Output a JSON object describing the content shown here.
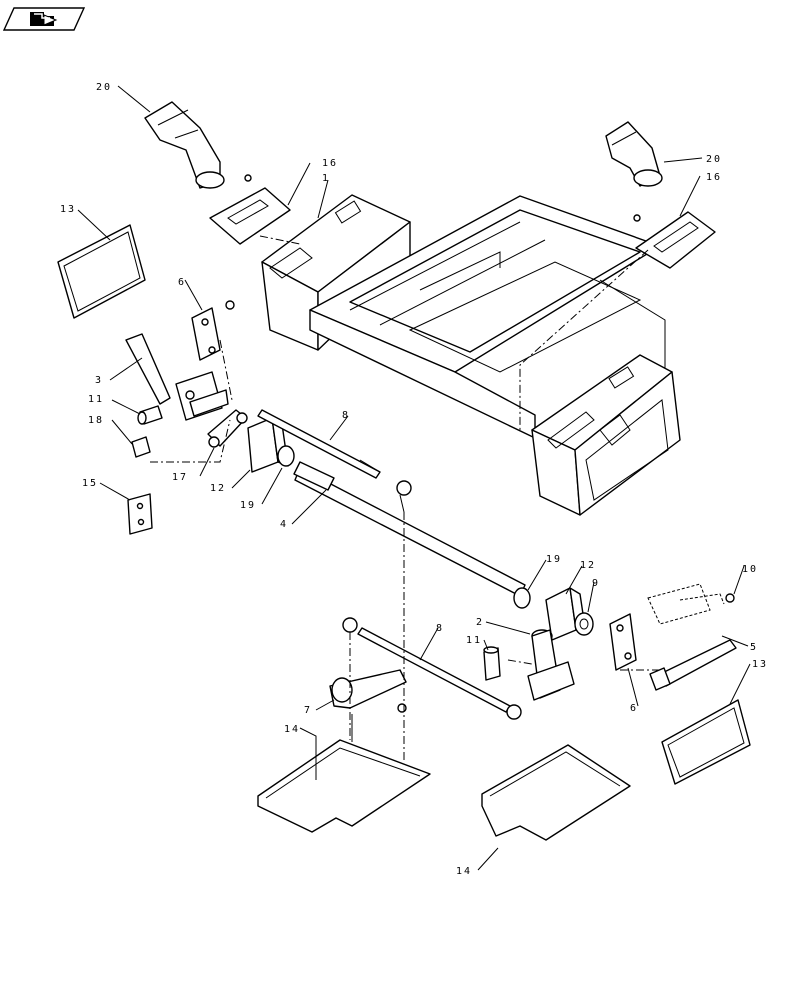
{
  "toolbar": {
    "nav_icon": "return-arrow-icon"
  },
  "callouts": [
    {
      "id": "c20a",
      "text": "20"
    },
    {
      "id": "c16a",
      "text": "16"
    },
    {
      "id": "c1",
      "text": "1"
    },
    {
      "id": "c13a",
      "text": "13"
    },
    {
      "id": "c20b",
      "text": "20"
    },
    {
      "id": "c16b",
      "text": "16"
    },
    {
      "id": "c6a",
      "text": "6"
    },
    {
      "id": "c3",
      "text": "3"
    },
    {
      "id": "c11a",
      "text": "11"
    },
    {
      "id": "c18",
      "text": "18"
    },
    {
      "id": "c17",
      "text": "17"
    },
    {
      "id": "c12a",
      "text": "12"
    },
    {
      "id": "c8a",
      "text": "8"
    },
    {
      "id": "c19a",
      "text": "19"
    },
    {
      "id": "c15",
      "text": "15"
    },
    {
      "id": "c4",
      "text": "4"
    },
    {
      "id": "c19b",
      "text": "19"
    },
    {
      "id": "c12b",
      "text": "12"
    },
    {
      "id": "c10",
      "text": "10"
    },
    {
      "id": "c9",
      "text": "9"
    },
    {
      "id": "c2",
      "text": "2"
    },
    {
      "id": "c8b",
      "text": "8"
    },
    {
      "id": "c11b",
      "text": "11"
    },
    {
      "id": "c5",
      "text": "5"
    },
    {
      "id": "c13b",
      "text": "13"
    },
    {
      "id": "c6b",
      "text": "6"
    },
    {
      "id": "c7",
      "text": "7"
    },
    {
      "id": "c14a",
      "text": "14"
    },
    {
      "id": "c14b",
      "text": "14"
    }
  ]
}
